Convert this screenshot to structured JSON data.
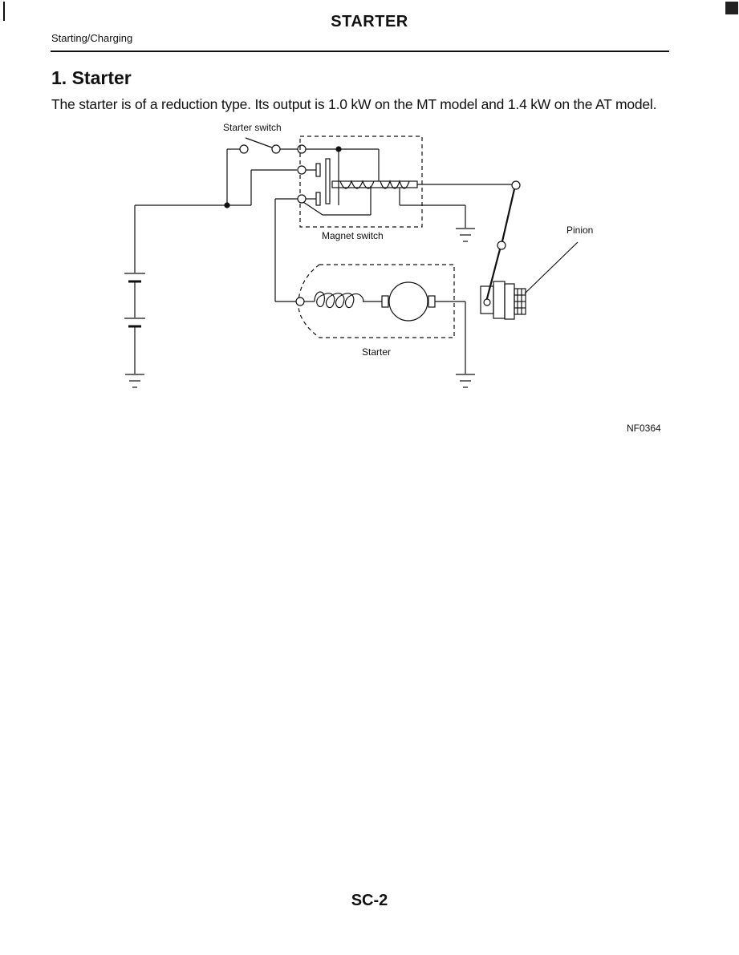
{
  "header": {
    "title": "STARTER",
    "section": "Starting/Charging"
  },
  "content": {
    "heading": "1. Starter",
    "intro": "The starter is of a reduction type. Its output is 1.0 kW on the MT model and 1.4 kW on the AT model."
  },
  "diagram": {
    "labels": {
      "starter_switch": "Starter switch",
      "magnet_switch": "Magnet switch",
      "pinion": "Pinion",
      "starter": "Starter"
    },
    "figure_code": "NF0364"
  },
  "footer": {
    "page_number": "SC-2"
  }
}
